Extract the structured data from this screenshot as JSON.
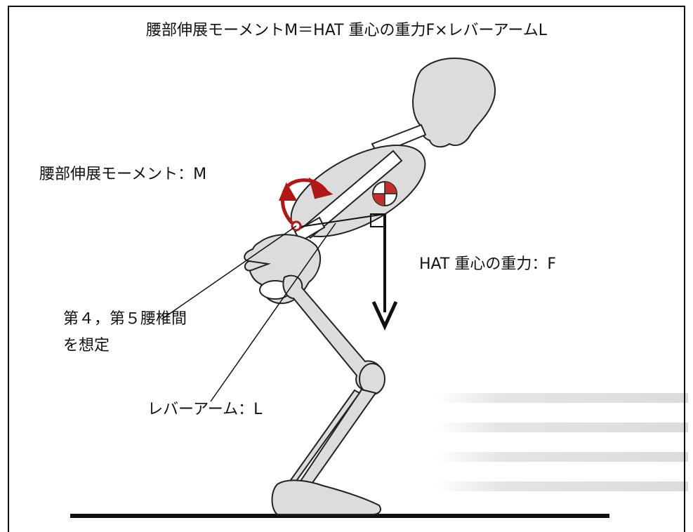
{
  "title": "腰部伸展モーメントM＝HAT 重心の重力F×レバーアームL",
  "labels": {
    "moment": "腰部伸展モーメント：M",
    "gravity": "HAT 重心の重力：F",
    "l45_line1": "第４，第５腰椎間",
    "l45_line2": "を想定",
    "lever_arm": "レバーアーム：L"
  },
  "colors": {
    "moment_arrow": "#b01818",
    "bone_fill": "#dcdcdc",
    "outline": "#222222",
    "cog_marker": "#c03030"
  },
  "icons": {
    "center_of_gravity": "center-of-gravity-icon",
    "moment_arrow": "curved-arrow-icon",
    "gravity_arrow": "down-arrow-icon",
    "right_angle": "right-angle-icon"
  }
}
